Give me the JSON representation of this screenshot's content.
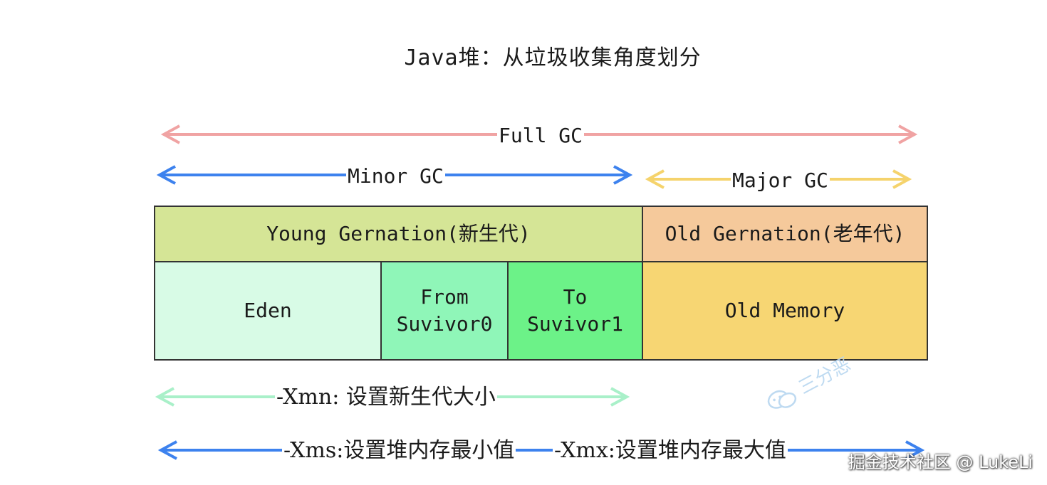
{
  "title": "Java堆：从垃圾收集角度划分",
  "colors": {
    "full_gc_arrow": "#f0a3a3",
    "minor_gc_arrow": "#3d82ee",
    "major_gc_arrow": "#f5d36c",
    "xmn_arrow": "#a9f0c9",
    "xms_arrow": "#3d82ee",
    "young": "#d5e596",
    "old": "#f5c99b",
    "eden": "#d8fbe6",
    "from": "#8ff6b8",
    "to": "#6cf288",
    "old_memory": "#f7d673",
    "watermark": "#b8d7f0"
  },
  "arrows": {
    "full_gc": "Full GC",
    "minor_gc": "Minor GC",
    "major_gc": "Major GC",
    "xmn": "-Xmn: 设置新生代大小",
    "xms": "-Xms:设置堆内存最小值",
    "xmx": "-Xmx:设置堆内存最大值"
  },
  "heap": {
    "young": "Young Gernation(新生代)",
    "old": "Old Gernation(老年代)",
    "eden": "Eden",
    "from_line1": "From",
    "from_line2": "Suvivor0",
    "to_line1": "To",
    "to_line2": "Suvivor1",
    "old_memory": "Old Memory"
  },
  "watermark": {
    "wechat_icon": "wechat-icon",
    "text": "三分恶"
  },
  "footer": "掘金技术社区 @ LukeLi"
}
